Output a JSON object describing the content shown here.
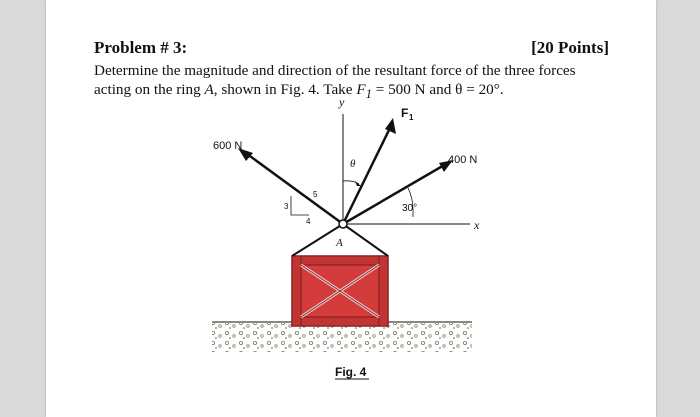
{
  "problem": {
    "title": "Problem # 3:",
    "points": "[20 Points]",
    "text_line1": "Determine the magnitude and direction of the resultant force of the three forces",
    "text_line2_a": "acting on the ring ",
    "ring": "A",
    "text_line2_b": ", shown in Fig. 4. Take ",
    "f_symbol": "F",
    "f_sub": "1",
    "text_line2_c": " = 500 N and θ = 20°."
  },
  "figure": {
    "y_axis": "y",
    "x_axis": "x",
    "f1_label": "F",
    "f1_sub": "1",
    "force_600": "600 N",
    "force_400": "400 N",
    "theta": "θ",
    "angle_30": "30°",
    "slope_3": "3",
    "slope_4": "4",
    "slope_5": "5",
    "ring_label": "A",
    "caption": "Fig. 4"
  },
  "colors": {
    "crate_red": "#d43c3c",
    "crate_dark": "#a82828",
    "ground": "#9c9c8a"
  }
}
